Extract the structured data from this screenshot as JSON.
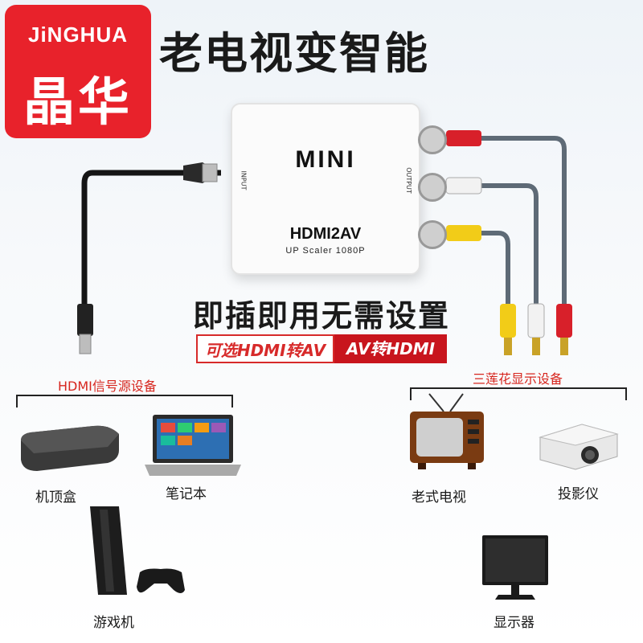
{
  "brand": {
    "logo_en": "JiNGHUA",
    "logo_cn": "晶华"
  },
  "headline": "老电视变智能",
  "device": {
    "name": "MINI",
    "model": "HDMI2AV",
    "subtitle": "UP Scaler 1080P",
    "input_label": "INPUT",
    "output_label": "OUTPUT"
  },
  "slogan": "即插即用无需设置",
  "tags": {
    "option1": "可选HDMI转AV",
    "option2": "AV转HDMI"
  },
  "source_group": {
    "label": "HDMI信号源设备",
    "devices": {
      "settop": "机顶盒",
      "laptop": "笔记本",
      "console": "游戏机"
    }
  },
  "display_group": {
    "label": "三莲花显示设备",
    "devices": {
      "tv": "老式电视",
      "projector": "投影仪",
      "monitor": "显示器"
    }
  },
  "colors": {
    "brand_red": "#e8222b",
    "cable_red": "#d8202a",
    "cable_white": "#f2f2f2",
    "cable_yellow": "#f2cc18"
  }
}
